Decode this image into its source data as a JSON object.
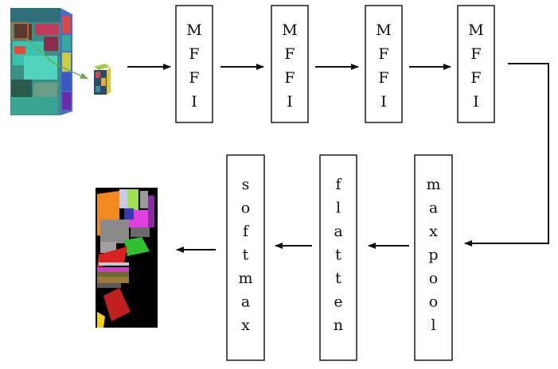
{
  "diagram": {
    "top_row_boxes": [
      {
        "name": "mffi-block-1",
        "label": "MFFI"
      },
      {
        "name": "mffi-block-2",
        "label": "MFFI"
      },
      {
        "name": "mffi-block-3",
        "label": "MFFI"
      },
      {
        "name": "mffi-block-4",
        "label": "MFFI"
      }
    ],
    "bottom_row_boxes": [
      {
        "name": "maxpool-block",
        "label": "maxpool"
      },
      {
        "name": "flatten-block",
        "label": "flatten"
      },
      {
        "name": "softmax-block",
        "label": "softmax"
      }
    ],
    "colors": {
      "stroke": "#1a1a1a",
      "arrow": "#111111",
      "arrow_green": "#6aa84f"
    }
  }
}
